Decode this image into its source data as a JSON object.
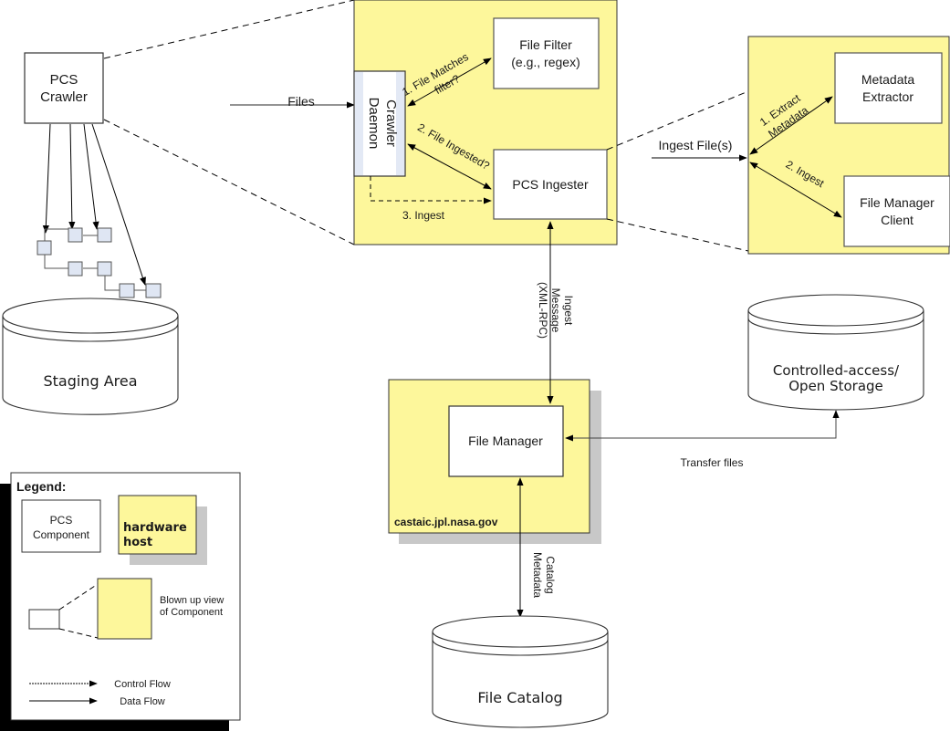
{
  "colors": {
    "host_fill": "#fdf79b",
    "host_shadow": "#c8c8c8",
    "component_fill": "#ffffff",
    "daemon_side": "#e3e9f5",
    "node_fill": "#dfe6f3",
    "line": "#000000"
  },
  "components": {
    "pcs_crawler": [
      "PCS",
      "Crawler"
    ],
    "crawler_daemon": [
      "Crawler",
      "Daemon"
    ],
    "file_filter": [
      "File Filter",
      "(e.g., regex)"
    ],
    "pcs_ingester": "PCS Ingester",
    "metadata_extractor": [
      "Metadata",
      "Extractor"
    ],
    "file_manager_client": [
      "File Manager",
      "Client"
    ],
    "file_manager": "File Manager"
  },
  "stores": {
    "staging_area": "Staging Area",
    "open_storage": [
      "Controlled-access/",
      "Open Storage"
    ],
    "file_catalog": "File Catalog"
  },
  "host": {
    "label": "castaic.jpl.nasa.gov"
  },
  "flows": {
    "files": "Files",
    "file_matches": [
      "1. File Matches",
      "filter?"
    ],
    "file_ingested": "2. File Ingested?",
    "ingest_3": "3. Ingest",
    "ingest_files": "Ingest File(s)",
    "extract_metadata": [
      "1. Extract",
      "Metadata"
    ],
    "ingest_2": "2. Ingest",
    "ingest_message": [
      "Ingest",
      "Message",
      "(XML-RPC)"
    ],
    "transfer_files": "Transfer files",
    "catalog_metadata": [
      "Catalog",
      "Metadata"
    ]
  },
  "legend": {
    "title": "Legend:",
    "pcs_component": [
      "PCS",
      "Component"
    ],
    "hardware_host": [
      "hardware",
      "host"
    ],
    "blown_up": [
      "Blown up view",
      "of Component"
    ],
    "control_flow": "Control Flow",
    "data_flow": "Data Flow"
  }
}
